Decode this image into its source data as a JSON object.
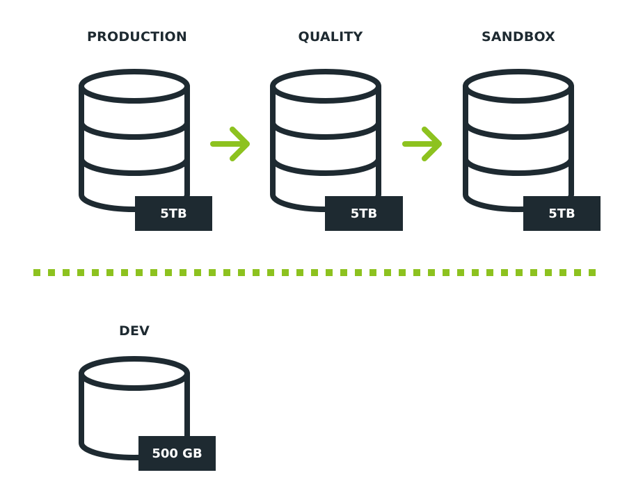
{
  "colors": {
    "ink": "#1e2a31",
    "accent": "#8dc21f",
    "background": "#ffffff",
    "badge_text": "#ffffff"
  },
  "environments": [
    {
      "label": "PRODUCTION",
      "size": "5TB",
      "icon": "database-icon"
    },
    {
      "label": "QUALITY",
      "size": "5TB",
      "icon": "database-icon"
    },
    {
      "label": "SANDBOX",
      "size": "5TB",
      "icon": "database-icon"
    },
    {
      "label": "DEV",
      "size": "500 GB",
      "icon": "database-icon"
    }
  ],
  "arrows": [
    {
      "from": "PRODUCTION",
      "to": "QUALITY",
      "icon": "arrow-right-icon"
    },
    {
      "from": "QUALITY",
      "to": "SANDBOX",
      "icon": "arrow-right-icon"
    }
  ],
  "separator": {
    "style": "dotted",
    "icon": "dotted-separator"
  }
}
